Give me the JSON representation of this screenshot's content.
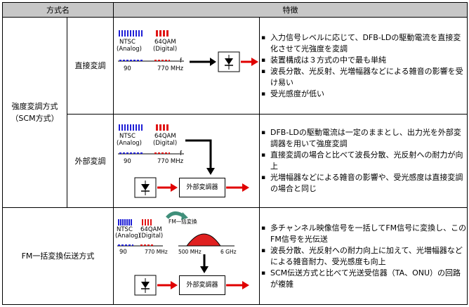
{
  "header": {
    "method_name": "方式名",
    "features": "特徴"
  },
  "rows": {
    "intensity_group": {
      "line1": "強度変調方式",
      "line2": "（SCM方式）"
    },
    "direct": {
      "label": "直接変調",
      "features": [
        "入力信号レベルに応じて、DFB-LDの駆動電流を直接変化させて光強度を変調",
        "装置構成は３方式の中で最も単純",
        "波長分散、光反射、光増幅器などによる雑音の影響を受け易い",
        "受光感度が低い"
      ]
    },
    "external": {
      "label": "外部変調",
      "features": [
        "DFB-LDの駆動電流は一定のままとし、出力光を外部変調器を用いて強度変調",
        "直接変調の場合と比べて波長分散、光反射への耐力が向上",
        "光増幅器などによる雑音の影響や、受光感度は直接変調の場合と同じ"
      ]
    },
    "fm": {
      "label": "FM一括変換伝送方式",
      "features": [
        "多チャンネル映像信号を一括してFM信号に変換し、このFM信号を光伝送",
        "波長分散、光反射への耐力向上に加えて、光増幅器などによる雑音耐力、受光感度も向上",
        "SCM伝送方式と比べて光送受信器（TA、ONU）の回路が複雑"
      ]
    }
  },
  "diagram": {
    "ntsc": "NTSC",
    "analog": "(Analog)",
    "qam": "64QAM",
    "digital": "(Digital)",
    "f90": "90",
    "f770": "770 MHz",
    "axis_f": "f",
    "modulator": "外部変調器",
    "fm_convert": "FM一括変換",
    "f500": "500 MHz",
    "f6": "6 GHz",
    "colors": {
      "blue": "#1f1fd6",
      "red": "#e01414",
      "arrow": "#e00000",
      "hump": "#e02020",
      "teal": "#3f8f7a"
    }
  }
}
